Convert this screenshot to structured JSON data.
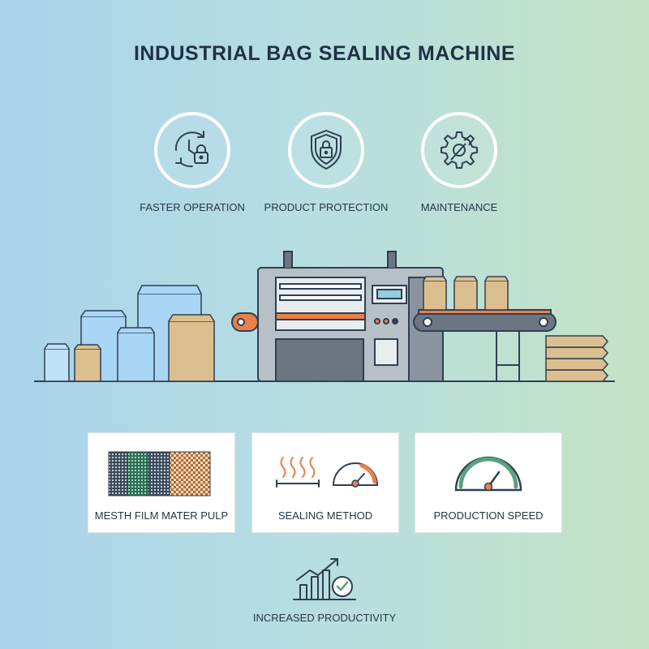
{
  "title": "INDUSTRIAL BAG SEALING MACHINE",
  "features": [
    {
      "label": "FASTER OPERATION",
      "icon": "clock-lock-icon"
    },
    {
      "label": "PRODUCT PROTECTION",
      "icon": "shield-lock-icon"
    },
    {
      "label": "MAINTENANCE",
      "icon": "gear-wrench-icon"
    }
  ],
  "cards": [
    {
      "label": "MESTH FILM MATER PULP",
      "icon": "material-swatches-icon"
    },
    {
      "label": "SEALING METHOD",
      "icon": "heat-gauge-icon"
    },
    {
      "label": "PRODUCTION SPEED",
      "icon": "speedometer-icon"
    }
  ],
  "productivity": {
    "label": "INCREASED PRODUCTIVITY",
    "icon": "growth-chart-check-icon"
  },
  "colors": {
    "navy": "#1f3146",
    "outline": "#2f3f52",
    "accent_orange": "#e8804a",
    "kraft": "#dcbf8f",
    "bag_blue": "#a9d6f5",
    "machine_gray": "#9aa4ad",
    "teal": "#5aa17f"
  }
}
